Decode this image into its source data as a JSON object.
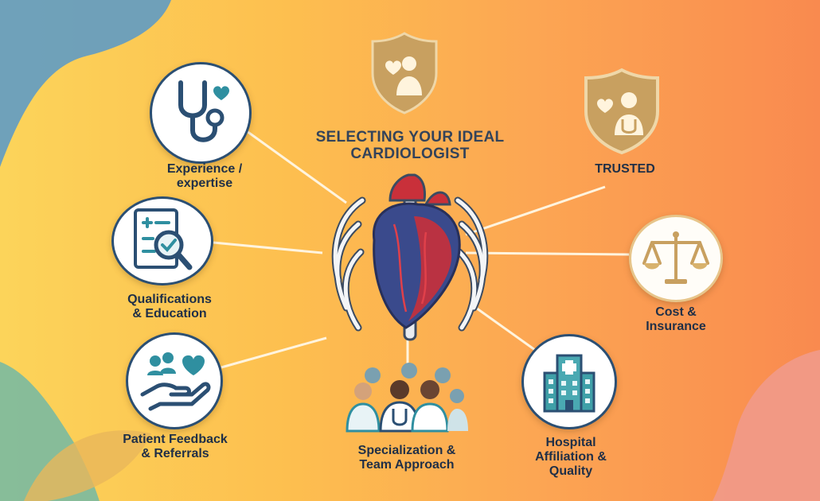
{
  "title": "SELECTING YOUR IDEAL\nCARDIOLOGIST",
  "nodes": {
    "experience": {
      "label": "Experience /\nexpertise",
      "icon": "stethoscope-icon"
    },
    "qualifications": {
      "label": "Qualifications\n& Education",
      "icon": "checklist-magnifier-icon"
    },
    "feedback": {
      "label": "Patient Feedback\n& Referrals",
      "icon": "hand-heart-icon"
    },
    "specialization": {
      "label": "Specialization &\nTeam Approach",
      "icon": "medical-team-icon"
    },
    "hospital": {
      "label": "Hospital\nAffiliation &\nQuality",
      "icon": "hospital-icon"
    },
    "cost": {
      "label": "Cost &\nInsurance",
      "icon": "scales-icon"
    },
    "trusted": {
      "label": "TRUSTED",
      "icon": "doctor-shield-icon"
    }
  },
  "center": {
    "icon": "heart-ribcage-icon"
  },
  "colors": {
    "navy": "#2b4f73",
    "teal": "#3fa0a8",
    "heart_red": "#c9303a",
    "gold": "#d8b26d",
    "text": "#1f2f47"
  }
}
